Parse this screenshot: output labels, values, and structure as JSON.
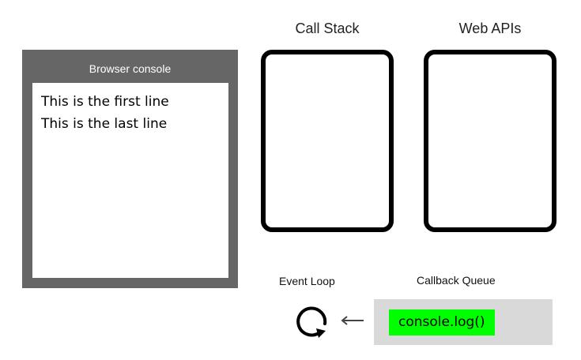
{
  "console": {
    "title": "Browser console",
    "lines": [
      "This is the first line",
      "This is the last line"
    ]
  },
  "call_stack": {
    "label": "Call Stack"
  },
  "web_apis": {
    "label": "Web APIs"
  },
  "event_loop": {
    "label": "Event Loop",
    "icon": "refresh-loop-icon"
  },
  "callback_queue": {
    "label": "Callback Queue",
    "items": [
      "console.log()"
    ],
    "arrow_icon": "arrow-left-icon"
  },
  "colors": {
    "console_frame": "#666666",
    "panel_border": "#000000",
    "queue_background": "#d9d9d9",
    "queue_item": "#00ff00"
  }
}
